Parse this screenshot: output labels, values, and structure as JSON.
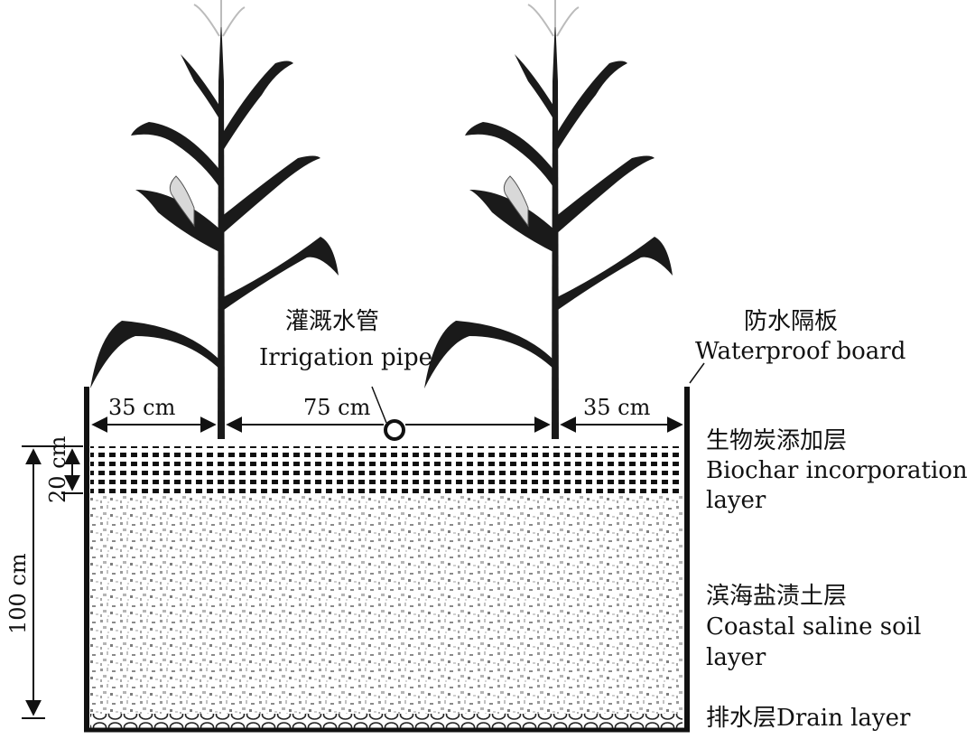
{
  "diagram": {
    "labels": {
      "irrigation_zh": "灌溉水管",
      "irrigation_en": "Irrigation pipe",
      "waterproof_zh": "防水隔板",
      "waterproof_en": "Waterproof board",
      "biochar_zh": "生物炭添加层",
      "biochar_en_1": "Biochar incorporation",
      "biochar_en_2": "layer",
      "saline_zh": "滨海盐渍土层",
      "saline_en_1": "Coastal saline soil",
      "saline_en_2": "layer",
      "drain": "排水层Drain layer"
    },
    "dimensions": {
      "left_gap": "35 cm",
      "middle_gap": "75 cm",
      "right_gap": "35 cm",
      "biochar_depth": "20 cm",
      "total_depth": "100 cm"
    },
    "colors": {
      "line": "#111111",
      "soil_dark": "#8c8c8c",
      "soil_light": "#c8c8c8",
      "plant": "#1a1a1a"
    },
    "plants": [
      "maize-plant-left",
      "maize-plant-right"
    ]
  }
}
